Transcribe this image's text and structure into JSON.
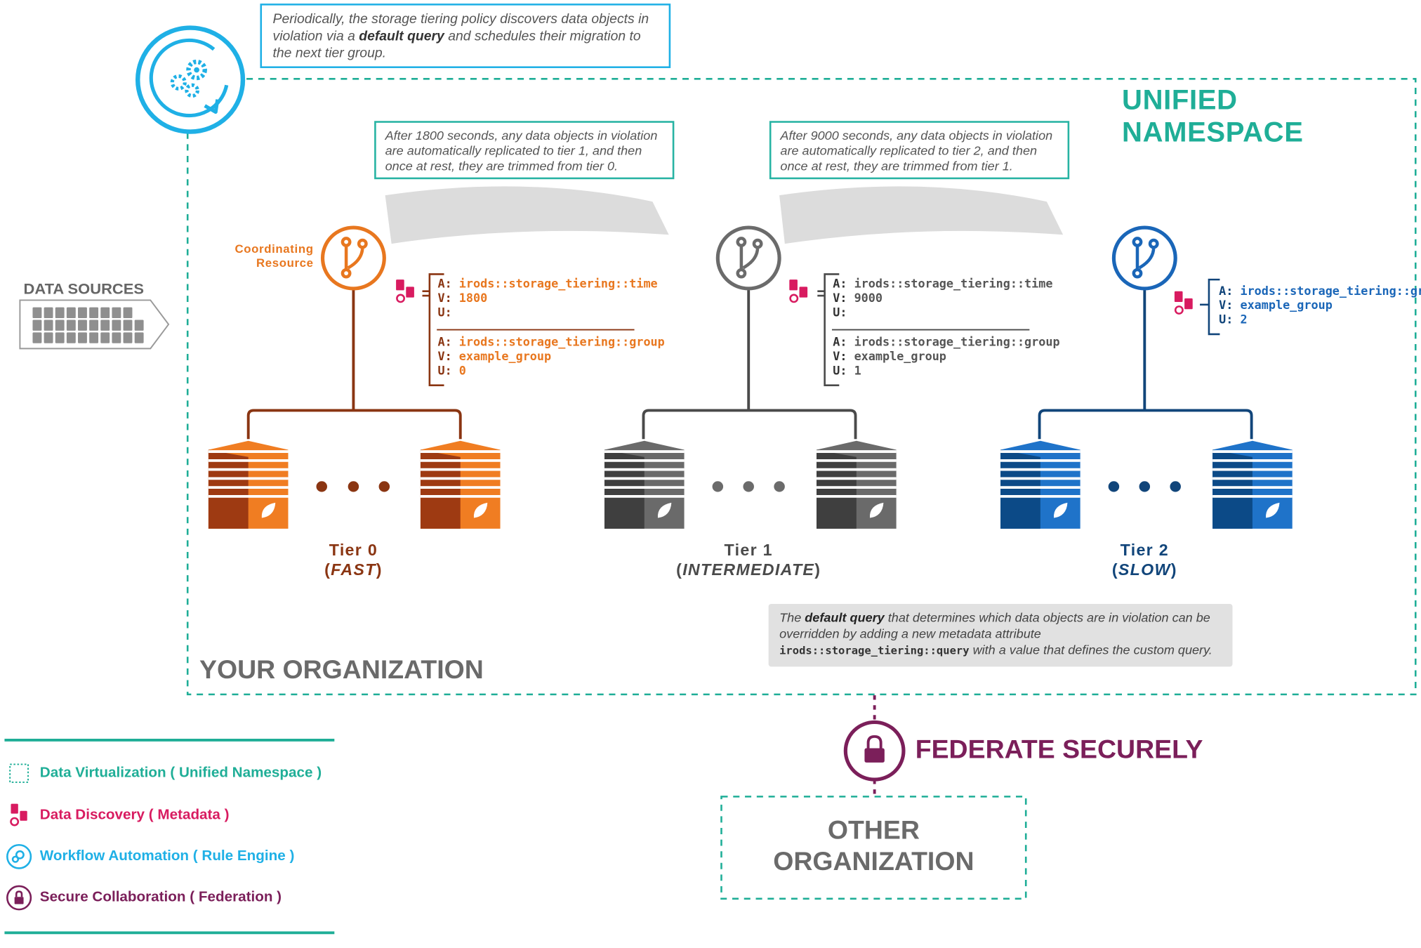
{
  "top_note": {
    "pre": "Periodically, the storage tiering policy discovers data objects in violation via a ",
    "bold": "default query",
    "post": " and schedules their migration to the next tier group."
  },
  "unified_namespace_title": "UNIFIED NAMESPACE",
  "note_tier1": "After 1800 seconds, any data objects in violation are automatically replicated to tier 1, and then once at rest, they are trimmed from tier 0.",
  "note_tier2": "After 9000 seconds, any data objects in violation are automatically replicated to tier 2, and then once at rest, they are trimmed from tier 1.",
  "coordinating_resource": [
    "Coordinating",
    "Resource"
  ],
  "data_sources_label": "DATA SOURCES",
  "tiers": [
    {
      "name": "Tier 0",
      "speed": "FAST",
      "color": "#8a3512",
      "meta_color": "#e8771f",
      "meta": [
        {
          "a": "irods::storage_tiering::time",
          "v": "1800",
          "u": ""
        },
        {
          "a": "irods::storage_tiering::group",
          "v": "example_group",
          "u": "0"
        }
      ]
    },
    {
      "name": "Tier 1",
      "speed": "INTERMEDIATE",
      "color": "#4a4a4a",
      "meta_color": "#555555",
      "meta": [
        {
          "a": "irods::storage_tiering::time",
          "v": "9000",
          "u": ""
        },
        {
          "a": "irods::storage_tiering::group",
          "v": "example_group",
          "u": "1"
        }
      ]
    },
    {
      "name": "Tier 2",
      "speed": "SLOW",
      "color": "#11457a",
      "meta_color": "#1a66b8",
      "meta": [
        {
          "a": "irods::storage_tiering::group",
          "v": "example_group",
          "u": "2"
        }
      ]
    }
  ],
  "meta_labels": {
    "a": "A:",
    "v": "V:",
    "u": "U:"
  },
  "query_note": {
    "pre": "The ",
    "bold": "default query",
    "mid": " that determines which data objects are in violation can be overridden by adding a new metadata attribute ",
    "code": "irods::storage_tiering::query",
    "post": " with a value that defines the custom query."
  },
  "your_org": "YOUR ORGANIZATION",
  "federate": "FEDERATE SECURELY",
  "other_org": [
    "OTHER",
    "ORGANIZATION"
  ],
  "legend": [
    {
      "label": "Data Virtualization ( Unified Namespace )",
      "color": "#1fae97",
      "icon": "dashed-square-icon"
    },
    {
      "label": "Data Discovery ( Metadata )",
      "color": "#d81b60",
      "icon": "metadata-icon"
    },
    {
      "label": "Workflow Automation ( Rule Engine )",
      "color": "#1fb0e6",
      "icon": "rule-engine-icon"
    },
    {
      "label": "Secure Collaboration ( Federation )",
      "color": "#7b1f5a",
      "icon": "lock-icon"
    }
  ],
  "colors": {
    "teal": "#1fae97",
    "cyan": "#1fb0e6",
    "orange": "#e8771f",
    "plum": "#7b1f5a",
    "magenta": "#d81b60"
  }
}
